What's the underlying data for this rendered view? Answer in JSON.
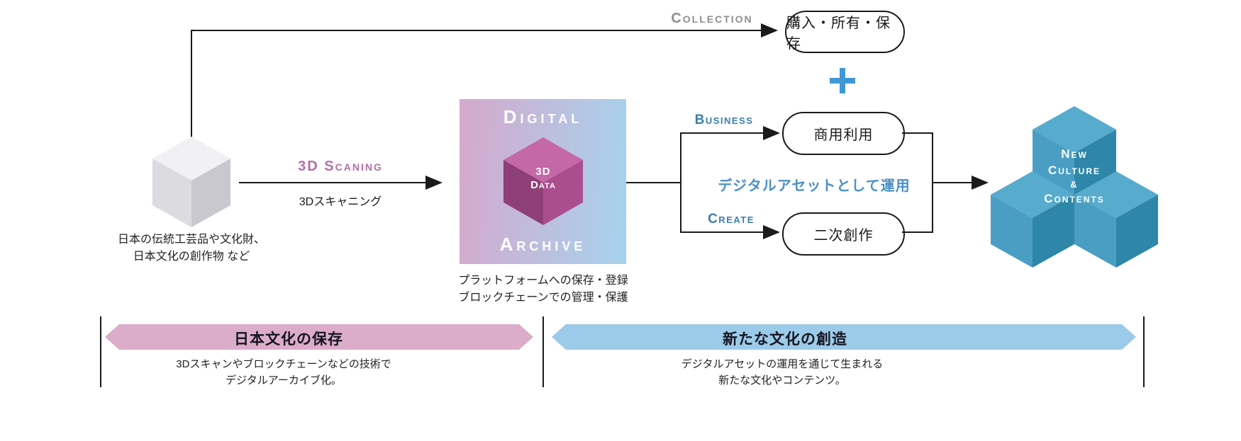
{
  "colors": {
    "line": "#1a1a1a",
    "collection_gray": "#8e8e92",
    "scan_purple": "#b26fa7",
    "steel_blue": "#3a7eae",
    "plus_blue": "#3f98d4",
    "asset_blue": "#4a90c8",
    "banner_title": "#15151f",
    "box_gradient_left": "#d6a8cc",
    "box_gradient_right": "#a6d3ee",
    "pink_banner": "#dcaccb",
    "blue_banner": "#9ccbe9",
    "gray_cube": {
      "top": "#f1f0f3",
      "left": "#dcdbe0",
      "right": "#c9c8cf"
    },
    "magenta_cube": {
      "top": "#c468a7",
      "left": "#8f3f78",
      "right": "#aa4e8f"
    },
    "blue_cube": {
      "top": "#57abcd",
      "left": "#4a9ec4",
      "right": "#2e86a8"
    }
  },
  "source": {
    "caption_line1": "日本の伝統工芸品や文化財、",
    "caption_line2": "日本文化の創作物 など"
  },
  "scan": {
    "label_en": "3D Scaning",
    "label_jp": "3Dスキャニング"
  },
  "archive": {
    "title_top": "Digital",
    "title_bottom": "Archive",
    "cube_line1": "3D",
    "cube_line2": "Data",
    "caption_line1": "プラットフォームへの保存・登録",
    "caption_line2": "ブロックチェーンでの管理・保護"
  },
  "collection": {
    "label": "Collection",
    "pill": "購入・所有・保存"
  },
  "plus_sign": "+",
  "business": {
    "label": "Business",
    "pill": "商用利用"
  },
  "asset_note": "デジタルアセットとして運用",
  "create": {
    "label": "Create",
    "pill": "二次創作"
  },
  "outcome": {
    "line1": "New",
    "line2": "Culture",
    "line3": "&",
    "line4": "Contents"
  },
  "banners": {
    "preserve": {
      "title": "日本文化の保存",
      "caption_line1": "3Dスキャンやブロックチェーンなどの技術で",
      "caption_line2": "デジタルアーカイブ化。"
    },
    "create": {
      "title": "新たな文化の創造",
      "caption_line1": "デジタルアセットの運用を通じて生まれる",
      "caption_line2": "新たな文化やコンテンツ。"
    }
  }
}
